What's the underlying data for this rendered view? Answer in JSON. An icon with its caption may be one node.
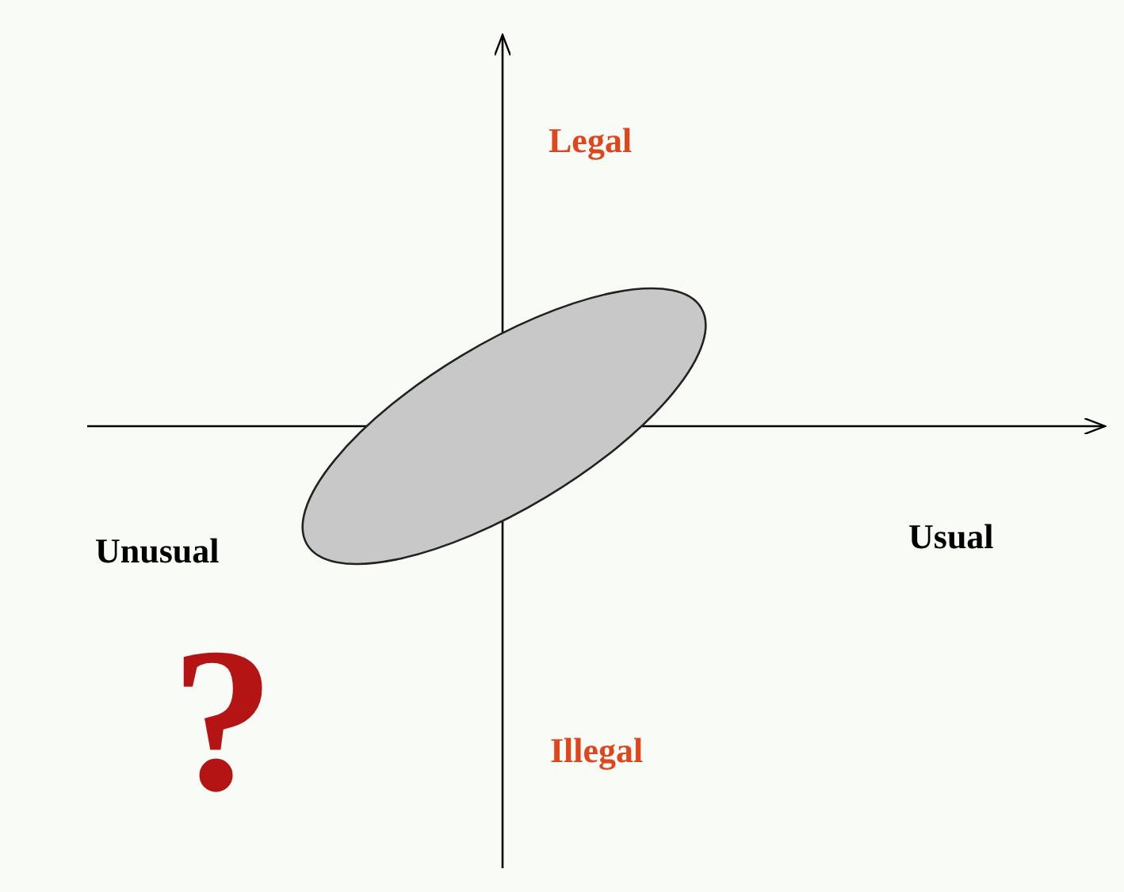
{
  "diagram": {
    "nodes": [
      {
        "text": [],
        "shape": "ellipse"
      }
    ],
    "labels": [
      "Legal",
      "Unusual",
      "Usual",
      "Illegal",
      "?"
    ]
  }
}
